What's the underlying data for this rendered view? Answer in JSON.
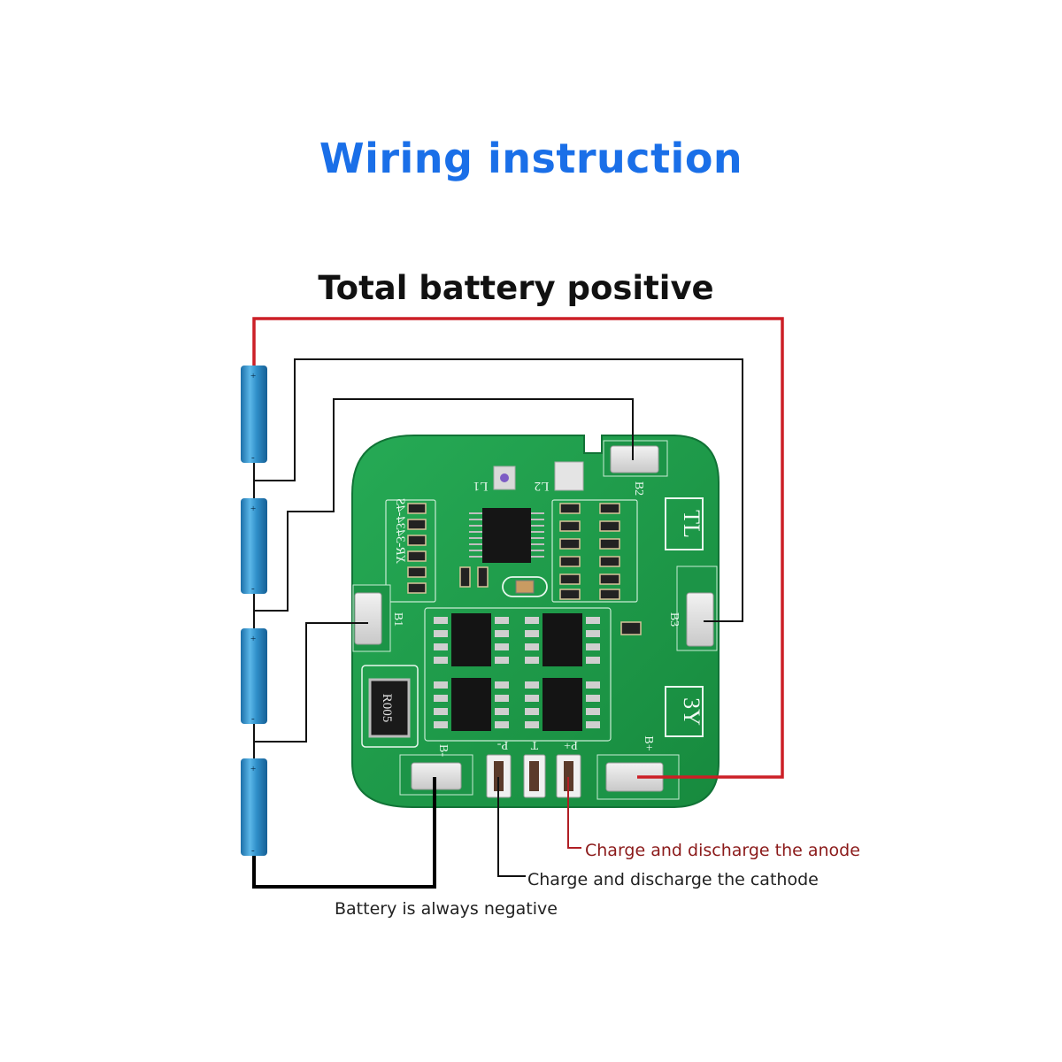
{
  "title": "Wiring instruction",
  "top_label": "Total battery positive",
  "notes": {
    "anode": "Charge and discharge the anode",
    "cathode": "Charge and discharge the cathode",
    "negative": "Battery is always negative"
  },
  "board": {
    "model": "XR-3434-4S",
    "pads": {
      "b1": "B1",
      "b2": "B2",
      "b3": "B3",
      "b_minus": "B-",
      "b_plus": "B+",
      "p_minus": "P-",
      "t": "T",
      "p_plus": "P+"
    },
    "silk": {
      "l1": "L1",
      "l2": "L2",
      "tl": "TL",
      "y3": "3Y",
      "resistor": "R005"
    }
  },
  "colors": {
    "title": "#1a6fe8",
    "board": "#1f9e4a",
    "positive_wire": "#cc1f26",
    "negative_wire": "#000000",
    "battery": "#2f8fc9",
    "anode_note": "#8b1a1a"
  }
}
